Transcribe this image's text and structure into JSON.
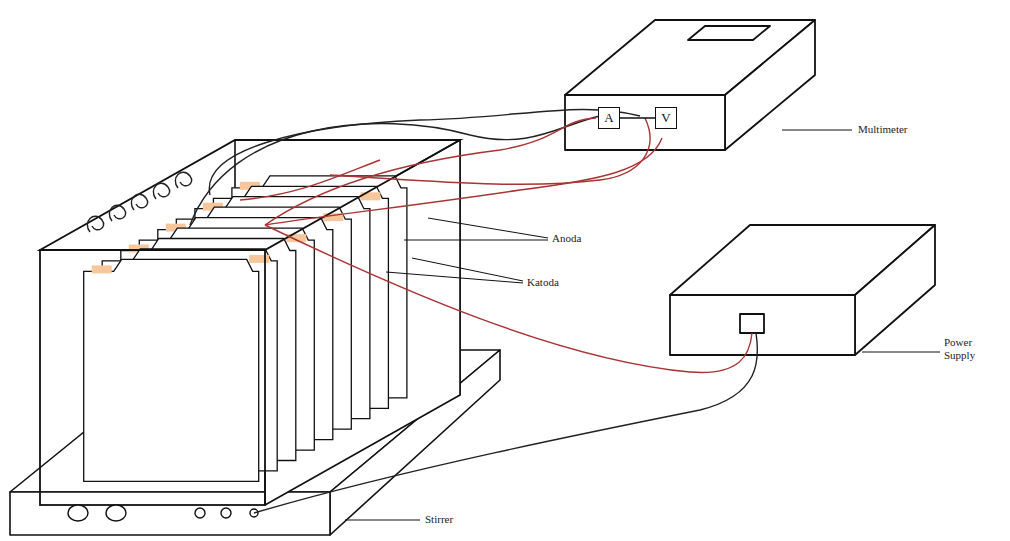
{
  "diagram": {
    "nodes": [
      {
        "text": [
          "A"
        ]
      },
      {
        "text": [
          "V"
        ]
      }
    ],
    "edges": [
      {
        "from": 0,
        "to": 1,
        "arrow": "none"
      }
    ],
    "labels": [
      "Multimeter",
      "Anoda",
      "Katoda",
      "Power Supply",
      "Stirrer"
    ]
  }
}
